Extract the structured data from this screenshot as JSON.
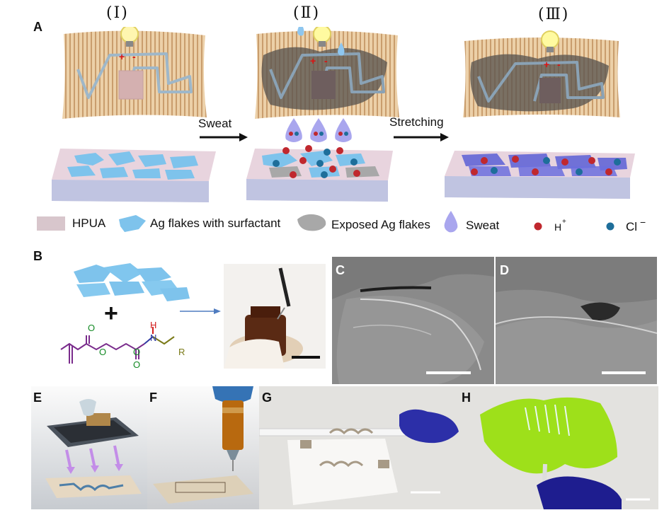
{
  "figure": {
    "panels": {
      "A": "A",
      "B": "B",
      "C": "C",
      "D": "D",
      "E": "E",
      "F": "F",
      "G": "G",
      "H": "H"
    },
    "stages": {
      "I": "(Ⅰ)",
      "II": "(Ⅱ)",
      "III": "(Ⅲ)"
    },
    "electrode_polarity": {
      "plus": "+",
      "minus": "-"
    },
    "arrows": {
      "sweat": "Sweat",
      "stretching": "Stretching"
    },
    "legend": {
      "hpua": "HPUA",
      "ag_flakes": "Ag flakes with surfactant",
      "exposed": "Exposed Ag flakes",
      "sweat": "Sweat",
      "h_ion": "H",
      "h_ion_sup": "+",
      "cl_ion": "Cl",
      "cl_ion_sup": "−"
    },
    "molecule": {
      "plus_sign": "+",
      "atom_O1": "O",
      "atom_O2": "O",
      "atom_O3": "O",
      "atom_O4": "O",
      "atom_N": "N",
      "atom_H": "H",
      "atom_R": "R"
    },
    "colors": {
      "hpua": "#d8c6cc",
      "ag_flake": "#7ec3ec",
      "exposed": "#a8a8a8",
      "sweat": "#a9a6ee",
      "h_ion": "#c0282e",
      "cl_ion": "#1e6e9a",
      "fabric": "#e9c9a0",
      "sem_bg": "#8a8a8a",
      "green_fabric": "#9ee01a"
    }
  }
}
